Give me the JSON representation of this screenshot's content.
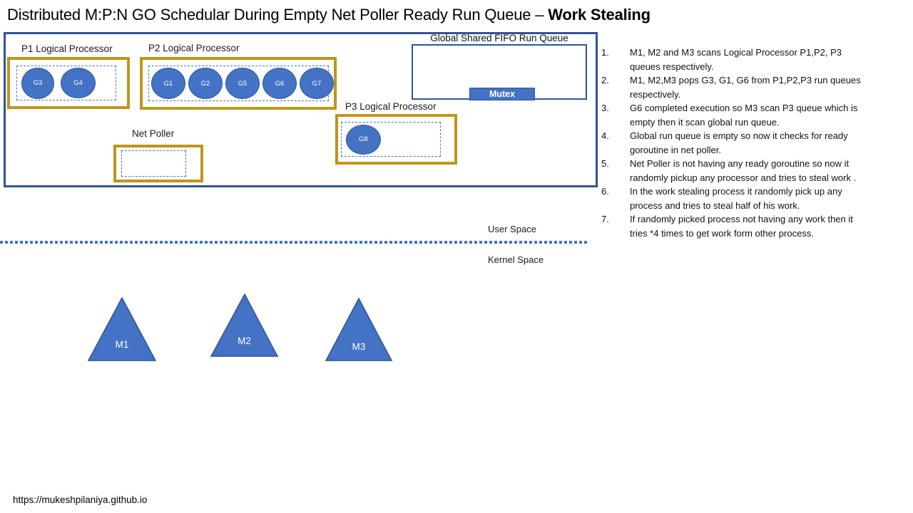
{
  "title": {
    "main": "Distributed M:P:N GO Schedular During Empty Net Poller Ready Run Queue – ",
    "highlight": "Work Stealing"
  },
  "processors": {
    "p1": {
      "label": "P1 Logical Processor",
      "goroutines": [
        "G3",
        "G4"
      ]
    },
    "p2": {
      "label": "P2 Logical Processor",
      "goroutines": [
        "G1",
        "G2",
        "G5",
        "G6",
        "G7"
      ]
    },
    "p3": {
      "label": "P3 Logical Processor",
      "goroutines": [
        "G8"
      ]
    }
  },
  "net_poller": {
    "label": "Net Poller"
  },
  "global_queue": {
    "label": "Global Shared FIFO Run Queue",
    "mutex_label": "Mutex"
  },
  "notes": [
    {
      "num": "1.",
      "text": "M1, M2 and M3 scans Logical Processor P1,P2, P3\nqueues respectively."
    },
    {
      "num": "2.",
      "text": "M1, M2,M3 pops G3, G1, G6  from P1,P2,P3 run queues\nrespectively."
    },
    {
      "num": "3.",
      "text": "G6 completed execution so M3 scan P3 queue which is\nempty then it scan global run queue."
    },
    {
      "num": "4.",
      "text": "Global run queue is empty so now it checks for ready\ngoroutine in net poller."
    },
    {
      "num": "5.",
      "text": "Net Poller is not having any ready goroutine so now it\nrandomly pickup any processor and tries to steal work ."
    },
    {
      "num": "6.",
      "text": "In the work stealing process it randomly pick up any\nprocess and tries to steal half of his work."
    },
    {
      "num": "7.",
      "text": "If randomly picked process not having any work then it\ntries *4 times to get work form other process."
    }
  ],
  "spaces": {
    "user": "User Space",
    "kernel": "Kernel Space"
  },
  "machines": [
    "M1",
    "M2",
    "M3"
  ],
  "footer": {
    "url": "https://mukeshpilaniya.github.io"
  },
  "colors": {
    "shape_blue": "#4472C4",
    "shape_blue_border": "#2F5597",
    "gold_border": "#C0951A",
    "outer_border": "#2E5596"
  }
}
